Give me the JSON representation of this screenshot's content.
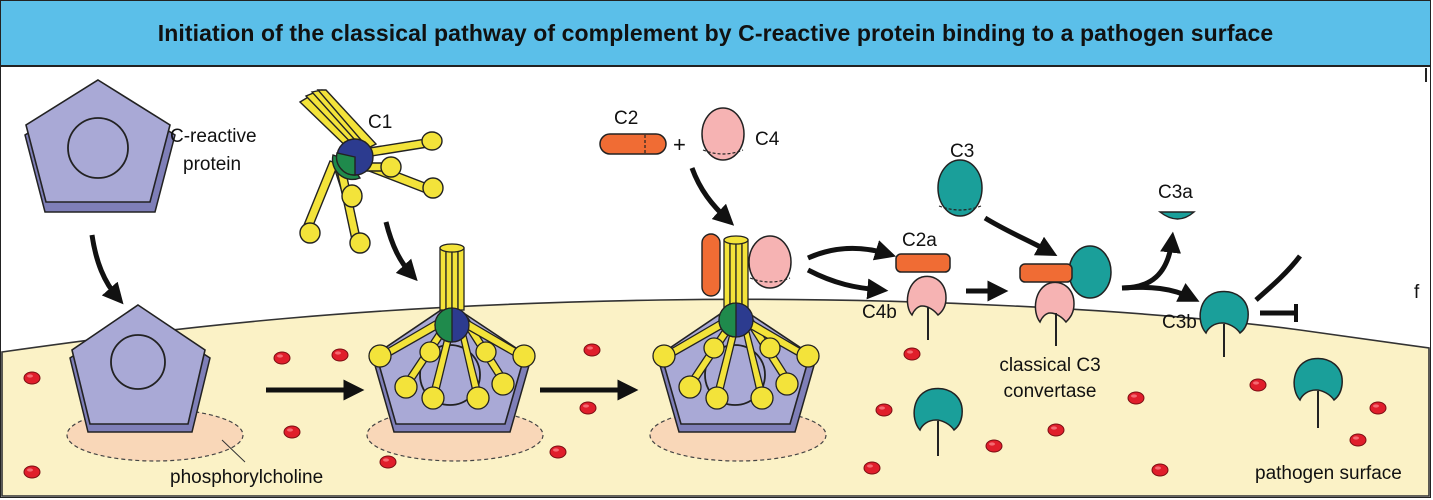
{
  "title": "Initiation of the classical pathway of complement by C-reactive protein binding to a pathogen surface",
  "labels": {
    "crp_line1": "C-reactive",
    "crp_line2": "protein",
    "c1": "C1",
    "c2": "C2",
    "plus": "+",
    "c4": "C4",
    "c3": "C3",
    "c3a": "C3a",
    "c2a": "C2a",
    "c4b": "C4b",
    "c3b": "C3b",
    "convertase_line1": "classical C3",
    "convertase_line2": "convertase",
    "phosphorylcholine": "phosphorylcholine",
    "pathogen_surface": "pathogen surface",
    "edge_fragment": "f"
  },
  "colors": {
    "banner": "#5bbfe9",
    "surface": "#fbf2c6",
    "crp": "#a9a9d6",
    "crp_shadow": "#7f7fb8",
    "c1_stalk": "#f3e33a",
    "c1_green": "#1f8a4c",
    "c1_navy": "#2c3b8f",
    "c2": "#f06c34",
    "c4": "#f6b3b3",
    "c3": "#1a9f9a",
    "patch": "#f9d7b8",
    "red_dot": "#e01e2b",
    "arrow": "#111111"
  }
}
